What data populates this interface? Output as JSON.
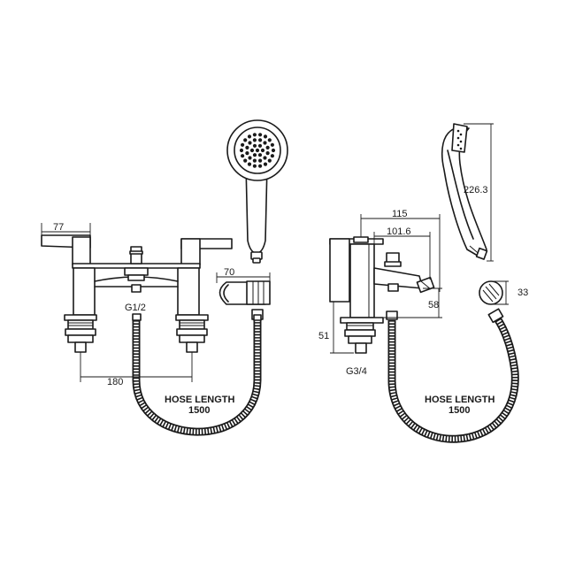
{
  "dimensions": {
    "front_spout_width": "77",
    "front_bracket_width": "70",
    "front_inlet_thread": "G1/2",
    "front_centres": "180",
    "front_hose_label_line1": "HOSE LENGTH",
    "front_hose_label_line2": "1500",
    "side_overall_depth": "115",
    "side_spout_depth": "101.6",
    "side_handset_length": "226.3",
    "side_bracket_diameter": "33",
    "side_diverter_height": "58",
    "side_base_height": "51",
    "side_inlet_thread": "G3/4",
    "side_hose_label_line1": "HOSE LENGTH",
    "side_hose_label_line2": "1500"
  },
  "colors": {
    "line": "#1a1a1a",
    "background": "#ffffff"
  },
  "icons": [
    "shower-handset",
    "shower-bracket",
    "shower-hose",
    "bath-mixer-tap"
  ]
}
